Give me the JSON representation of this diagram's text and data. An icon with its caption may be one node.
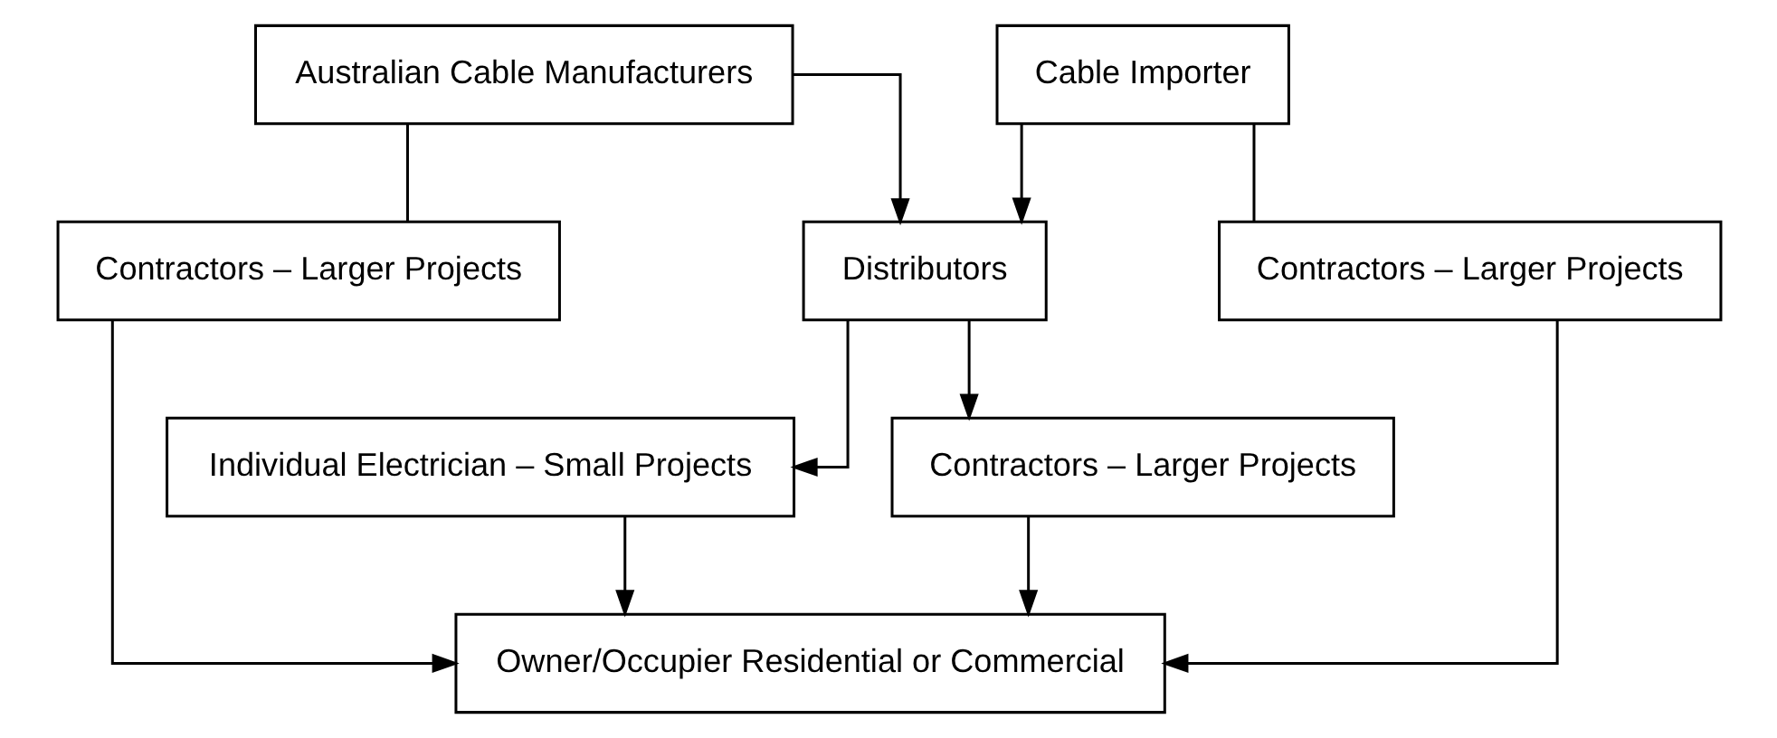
{
  "diagram": {
    "nodes": [
      {
        "text": [
          "Australian Cable Manufacturers"
        ]
      },
      {
        "text": [
          "Cable Importer"
        ]
      },
      {
        "text": [
          "Contractors – Larger Projects"
        ]
      },
      {
        "text": [
          "Distributors"
        ]
      },
      {
        "text": [
          "Contractors – Larger Projects"
        ]
      },
      {
        "text": [
          "Individual Electrician – Small Projects"
        ]
      },
      {
        "text": [
          "Contractors – Larger Projects"
        ]
      },
      {
        "text": [
          "Owner/Occupier Residential or Commercial"
        ]
      }
    ],
    "edges": [
      {
        "from": 0,
        "to": 2,
        "arrow": "none"
      },
      {
        "from": 1,
        "to": 4,
        "arrow": "none"
      },
      {
        "from": 0,
        "to": 3,
        "arrow": "to"
      },
      {
        "from": 1,
        "to": 3,
        "arrow": "to"
      },
      {
        "from": 3,
        "to": 5,
        "arrow": "to"
      },
      {
        "from": 3,
        "to": 6,
        "arrow": "to"
      },
      {
        "from": 2,
        "to": 7,
        "arrow": "to"
      },
      {
        "from": 5,
        "to": 7,
        "arrow": "to"
      },
      {
        "from": 6,
        "to": 7,
        "arrow": "to"
      },
      {
        "from": 4,
        "to": 7,
        "arrow": "to"
      }
    ]
  }
}
